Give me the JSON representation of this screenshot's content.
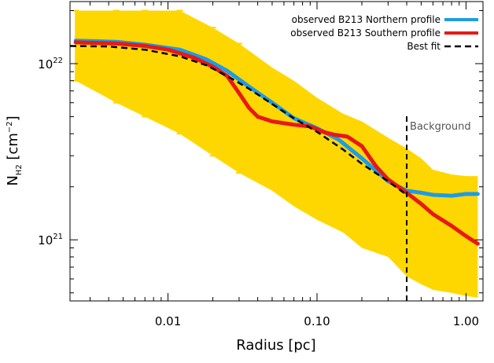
{
  "chart_data": {
    "type": "line",
    "xlabel": "Radius [pc]",
    "ylabel": {
      "base": "N",
      "sub": "H2",
      "unit_open": " [cm",
      "unit_exp": "−2",
      "unit_close": "]"
    },
    "x_scale": "log",
    "y_scale": "log",
    "xlim": [
      0.0022,
      1.3
    ],
    "ylim": [
      450,
      22500
    ],
    "y_units": "×10^18 cm^-2",
    "x_ticks": [
      {
        "value": 0.01,
        "label": "0.01"
      },
      {
        "value": 0.1,
        "label": "0.10"
      },
      {
        "value": 1.0,
        "label": "1.00"
      }
    ],
    "y_ticks": [
      {
        "value": 1000,
        "base": "10",
        "exp": "21"
      },
      {
        "value": 10000,
        "base": "10",
        "exp": "22"
      }
    ],
    "legend_position": "top-right",
    "series": [
      {
        "name": "observed B213 Northern profile",
        "color": "#1e9be6",
        "x": [
          0.0024,
          0.0045,
          0.007,
          0.012,
          0.018,
          0.025,
          0.035,
          0.05,
          0.07,
          0.1,
          0.14,
          0.2,
          0.3,
          0.4,
          0.5,
          0.6,
          0.8,
          1.0,
          1.2
        ],
        "y": [
          13500,
          13300,
          12800,
          12000,
          10600,
          9100,
          7400,
          6000,
          4900,
          4300,
          3700,
          2900,
          2150,
          1900,
          1850,
          1800,
          1780,
          1820,
          1820
        ]
      },
      {
        "name": "observed B213 Southern profile",
        "color": "#e81818",
        "x": [
          0.0024,
          0.0045,
          0.007,
          0.01,
          0.015,
          0.02,
          0.025,
          0.03,
          0.035,
          0.04,
          0.05,
          0.07,
          0.09,
          0.11,
          0.13,
          0.16,
          0.2,
          0.25,
          0.3,
          0.4,
          0.5,
          0.6,
          0.8,
          1.0,
          1.2
        ],
        "y": [
          13200,
          13000,
          12600,
          12000,
          10800,
          9600,
          8500,
          6800,
          5600,
          5000,
          4700,
          4500,
          4400,
          4100,
          3950,
          3850,
          3400,
          2600,
          2200,
          1850,
          1600,
          1400,
          1200,
          1050,
          950
        ]
      },
      {
        "name": "Best fit",
        "color": "#000000",
        "x": [
          0.0022,
          0.004,
          0.007,
          0.012,
          0.018,
          0.025,
          0.035,
          0.05,
          0.07,
          0.1,
          0.15,
          0.2,
          0.3,
          0.4
        ],
        "y": [
          12600,
          12500,
          12000,
          11000,
          9800,
          8500,
          7200,
          5900,
          4900,
          4100,
          3250,
          2700,
          2150,
          1800
        ]
      }
    ],
    "error_band": {
      "color": "#ffd700",
      "x": [
        0.0024,
        0.0045,
        0.007,
        0.012,
        0.02,
        0.03,
        0.05,
        0.07,
        0.1,
        0.15,
        0.2,
        0.3,
        0.4,
        0.5,
        0.6,
        0.8,
        1.0,
        1.2
      ],
      "upper": [
        20000,
        20000,
        20000,
        20000,
        16000,
        13000,
        9500,
        8000,
        6400,
        5200,
        4700,
        3800,
        3300,
        2900,
        2500,
        2350,
        2300,
        2300
      ],
      "lower": [
        8000,
        6000,
        5000,
        4000,
        3000,
        2400,
        1900,
        1550,
        1300,
        1100,
        900,
        800,
        620,
        560,
        520,
        500,
        480,
        470
      ]
    },
    "error_bar_x": [
      0.0024,
      0.0045,
      0.007,
      0.012,
      0.02,
      0.03
    ],
    "annotations": [
      {
        "text": "Background",
        "x": 0.4
      }
    ]
  }
}
